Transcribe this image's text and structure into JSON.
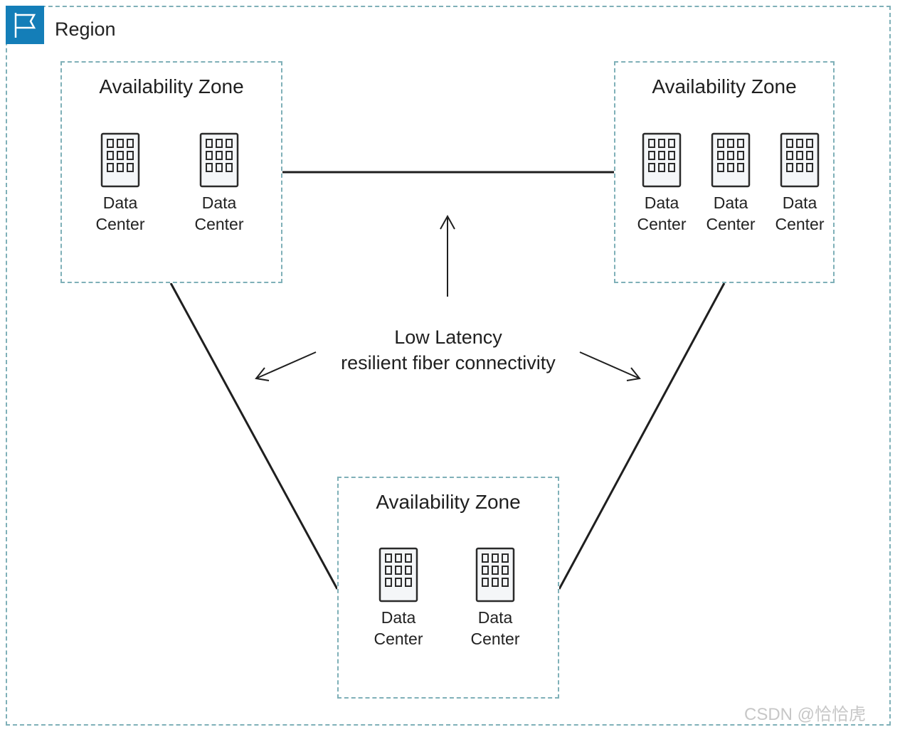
{
  "region": {
    "icon": "flag-icon",
    "badge_color": "#147eb8",
    "title": "Region"
  },
  "availability_zones": [
    {
      "title": "Availability Zone",
      "data_centers": [
        {
          "line1": "Data",
          "line2": "Center"
        },
        {
          "line1": "Data",
          "line2": "Center"
        }
      ]
    },
    {
      "title": "Availability Zone",
      "data_centers": [
        {
          "line1": "Data",
          "line2": "Center"
        },
        {
          "line1": "Data",
          "line2": "Center"
        },
        {
          "line1": "Data",
          "line2": "Center"
        }
      ]
    },
    {
      "title": "Availability Zone",
      "data_centers": [
        {
          "line1": "Data",
          "line2": "Center"
        },
        {
          "line1": "Data",
          "line2": "Center"
        }
      ]
    }
  ],
  "connectivity": {
    "line1": "Low Latency",
    "line2": "resilient fiber connectivity"
  },
  "watermark": "CSDN @恰恰虎",
  "colors": {
    "dashed_border": "#7fb0b8",
    "connector": "#1f1f1f",
    "building_fill": "#f4f6f8"
  }
}
